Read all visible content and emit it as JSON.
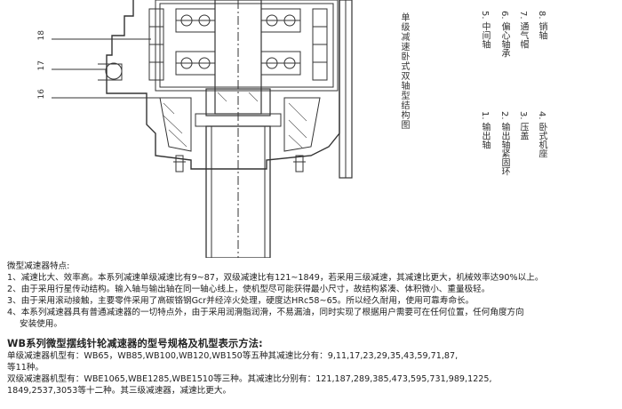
{
  "diagram": {
    "title": "单级减速卧式双轴型结构图",
    "callouts": [
      "18",
      "17",
      "16"
    ],
    "parts_col_left": [
      "1. 输出轴",
      "2. 输出轴紧固环",
      "3. 压盖",
      "4. 卧式机座"
    ],
    "parts_col_right": [
      "5. 中间轴",
      "6. 偏心轴承",
      "7. 通气帽",
      "8. 销轴"
    ]
  },
  "features": {
    "title": "微型减速器特点:",
    "items": [
      {
        "first": "1、减速比大、效率高。本系列减速单级减速比有9~87，双级减速比有121~1849，若采用三级减速，其减速比更大，机械效率达90%以上。",
        "cont": ""
      },
      {
        "first": "2、由于采用行星传动结构。输入轴与输出轴在同一轴心线上，使机型尽可能获得最小尺寸，故结构紧凑、体积微小、重量极轻。",
        "cont": ""
      },
      {
        "first": "3、由于采用滚动接触，主要零件采用了高碳铬钢Gcr并经淬火处理，硬度达HRc58~65。所以经久耐用，使用可靠寿命长。",
        "cont": ""
      },
      {
        "first": "4、本系列减速器具有普通减速器的一切特点外，由于采用润滑脂润滑，不易漏油，同时实现了根据用户需要可在任何位置，任何角度方向",
        "cont": "安装使用。"
      }
    ]
  },
  "models": {
    "title": "WB系列微型摆线针轮减速器的型号规格及机型表示方法:",
    "lines": [
      "单级减速器机型有：WB65，WB85,WB100,WB120,WB150等五种其减速比分有：9,11,17,23,29,35,43,59,71,87,",
      "等11种。",
      "双级减速器机型有：WBE1065,WBE1285,WBE1510等三种。其减速比分别有：121,187,289,385,473,595,731,989,1225,",
      "1849,2537,3053等十二种。其三级减速器，减速比更大。"
    ]
  }
}
